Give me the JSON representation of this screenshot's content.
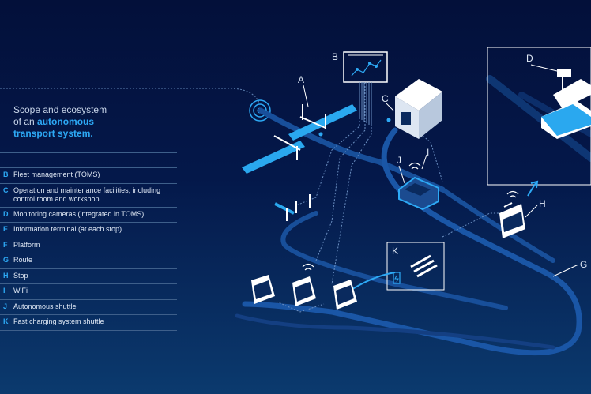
{
  "title": {
    "line1": "Scope and ecosystem",
    "line2_prefix": "of an ",
    "line2_highlight": "autonomous",
    "line3_highlight": "transport system."
  },
  "legend": [
    {
      "key": "B",
      "text": "Fleet management (TOMS)"
    },
    {
      "key": "C",
      "text": "Operation and maintenance facilities, including control room and workshop"
    },
    {
      "key": "D",
      "text": "Monitoring cameras (integrated in TOMS)"
    },
    {
      "key": "E",
      "text": "Information terminal (at each stop)"
    },
    {
      "key": "F",
      "text": "Platform"
    },
    {
      "key": "G",
      "text": "Route"
    },
    {
      "key": "H",
      "text": "Stop"
    },
    {
      "key": "I",
      "text": "WiFi"
    },
    {
      "key": "J",
      "text": "Autonomous shuttle"
    },
    {
      "key": "K",
      "text": "Fast charging system shuttle"
    }
  ],
  "diagram_labels": {
    "A": "A",
    "B": "B",
    "C": "C",
    "D": "D",
    "G": "G",
    "H": "H",
    "I": "I",
    "J": "J",
    "K": "K"
  },
  "colors": {
    "accent": "#2da9f5",
    "route": "#1c5aa8",
    "route_dark": "#123f80",
    "building": "#ffffff",
    "platform_blue": "#29a8ef"
  }
}
